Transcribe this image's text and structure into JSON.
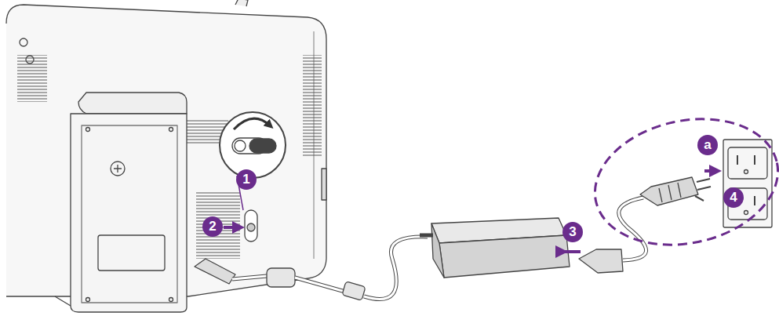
{
  "diagram": {
    "labels": [
      "1",
      "2",
      "3",
      "4",
      "a"
    ]
  }
}
